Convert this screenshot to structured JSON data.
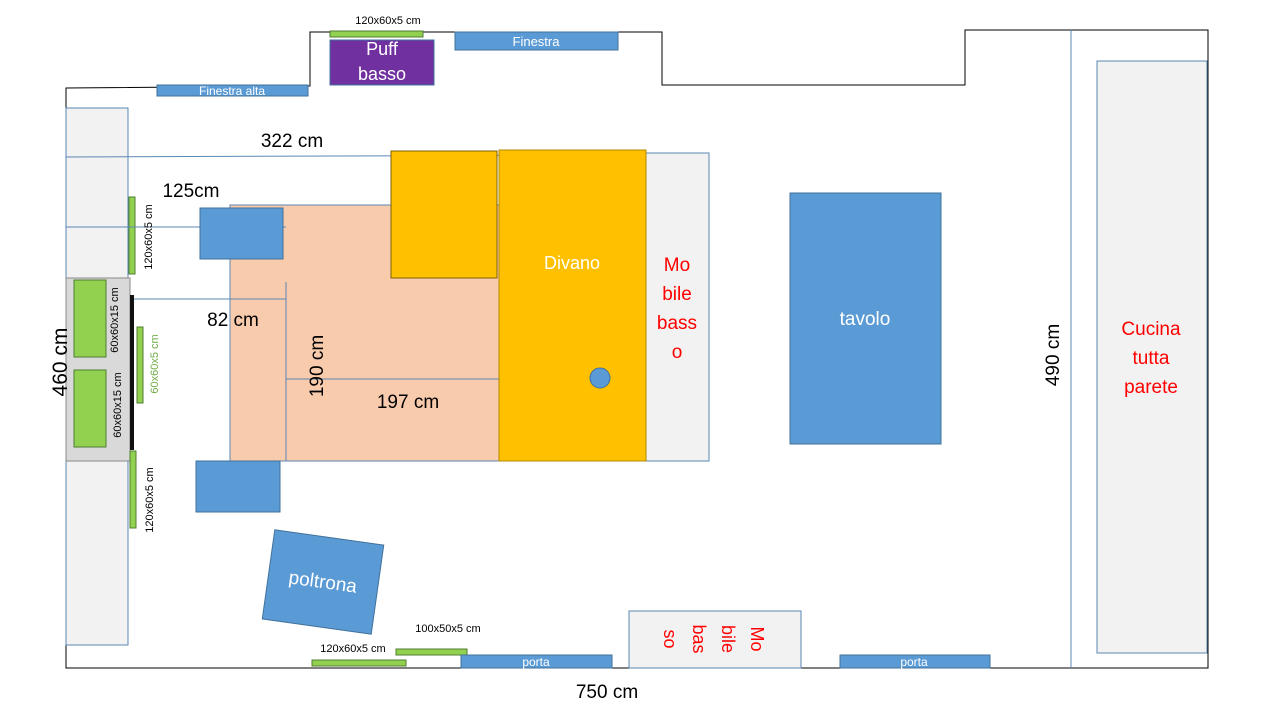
{
  "colors": {
    "blue": "#5b9bd5",
    "blue_stroke": "#41719c",
    "green": "#92d050",
    "purple": "#7030a0",
    "orange": "#ffc000",
    "peach": "#f8cbad",
    "light_gray": "#f2f2f2",
    "red_text": "#ff0000",
    "green_text": "#70ad47"
  },
  "top": {
    "window_high": "Finestra alta",
    "window": "Finestra",
    "pouf_line1": "Puff",
    "pouf_line2": "basso",
    "panel_dim": "120x60x5  cm"
  },
  "dims": {
    "width_322": "322 cm",
    "width_125": "125cm",
    "width_82": "82 cm",
    "height_190": "190 cm",
    "width_197": "197 cm",
    "height_460": "460 cm",
    "height_490": "490 cm",
    "width_750": "750 cm"
  },
  "furniture": {
    "sofa": "Divano",
    "sideboard_right": [
      "Mo",
      "bile",
      "bass",
      "o"
    ],
    "table": "tavolo",
    "kitchen": [
      "Cucina",
      "tutta",
      "parete"
    ],
    "armchair": "poltrona",
    "sideboard_bottom": [
      "Mo",
      "bile",
      "bas",
      "so"
    ]
  },
  "panels": {
    "left_top": "120x60x5  cm",
    "left_bottom": "120x60x5  cm",
    "tv_top": "60x60x15  cm",
    "tv_bottom": "60x60x15  cm",
    "tv_strip": "60x60x5  cm",
    "bottom_a": "120x60x5  cm",
    "bottom_b": "100x50x5  cm"
  },
  "bottom": {
    "door1": "porta",
    "door2": "porta"
  }
}
